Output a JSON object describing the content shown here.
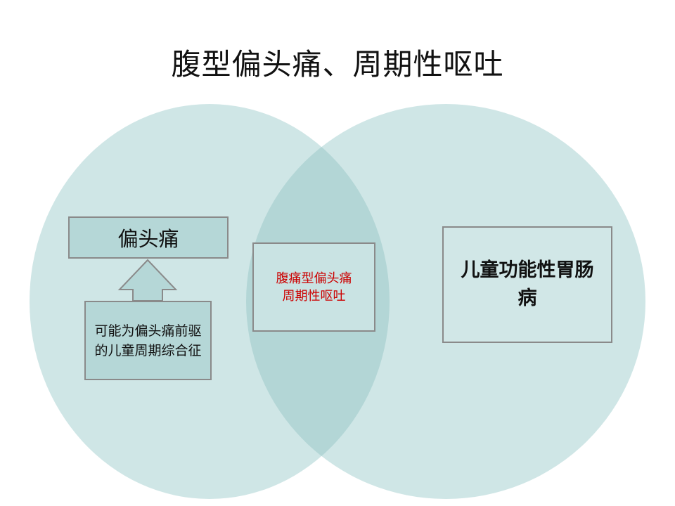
{
  "slide": {
    "title": "腹型偏头痛、周期性呕吐"
  },
  "venn": {
    "left_circle": {
      "header_box": "偏头痛",
      "sub_box": "可能为偏头痛前驱的儿童周期综合征"
    },
    "overlap_box": {
      "line1": "腹痛型偏头痛",
      "line2": "周期性呕吐"
    },
    "right_circle": {
      "box": "儿童功能性胃肠病"
    },
    "colors": {
      "circle_fill": "#cfe6e6",
      "overlap_fill": "#b3d6d6",
      "box_fill": "#b5d7d7",
      "overlap_text": "#cc0000"
    }
  }
}
